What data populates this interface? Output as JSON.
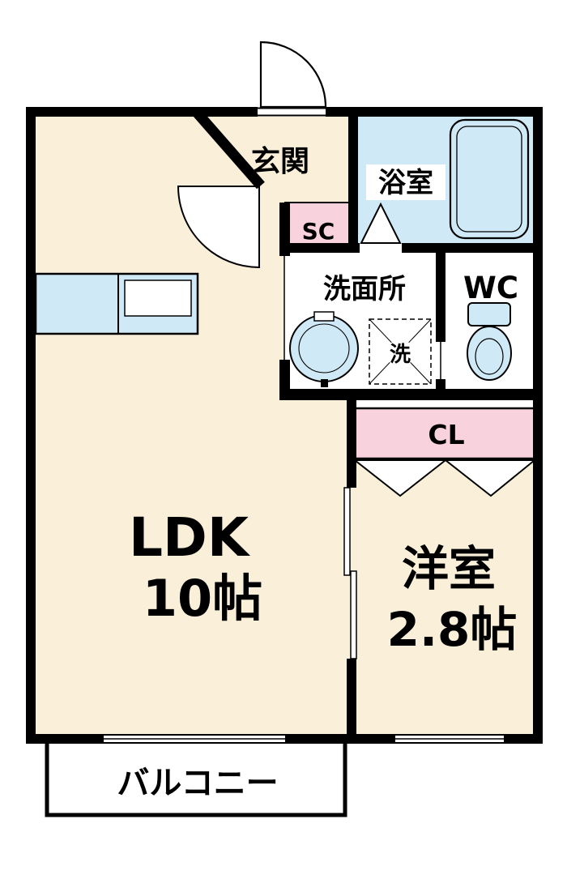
{
  "labels": {
    "genkan": "玄関",
    "bath": "浴室",
    "shoe_closet": "SC",
    "washroom": "洗面所",
    "laundry": "洗",
    "toilet": "WC",
    "closet": "CL",
    "ldk_name": "LDK",
    "ldk_size": "10帖",
    "western_name": "洋室",
    "western_size": "2.8帖",
    "balcony": "バルコニー"
  },
  "colors": {
    "wall": "#000000",
    "room": "#faf0da",
    "water": "#cfe9f6",
    "closet": "#f8d3dd",
    "background": "#ffffff"
  }
}
